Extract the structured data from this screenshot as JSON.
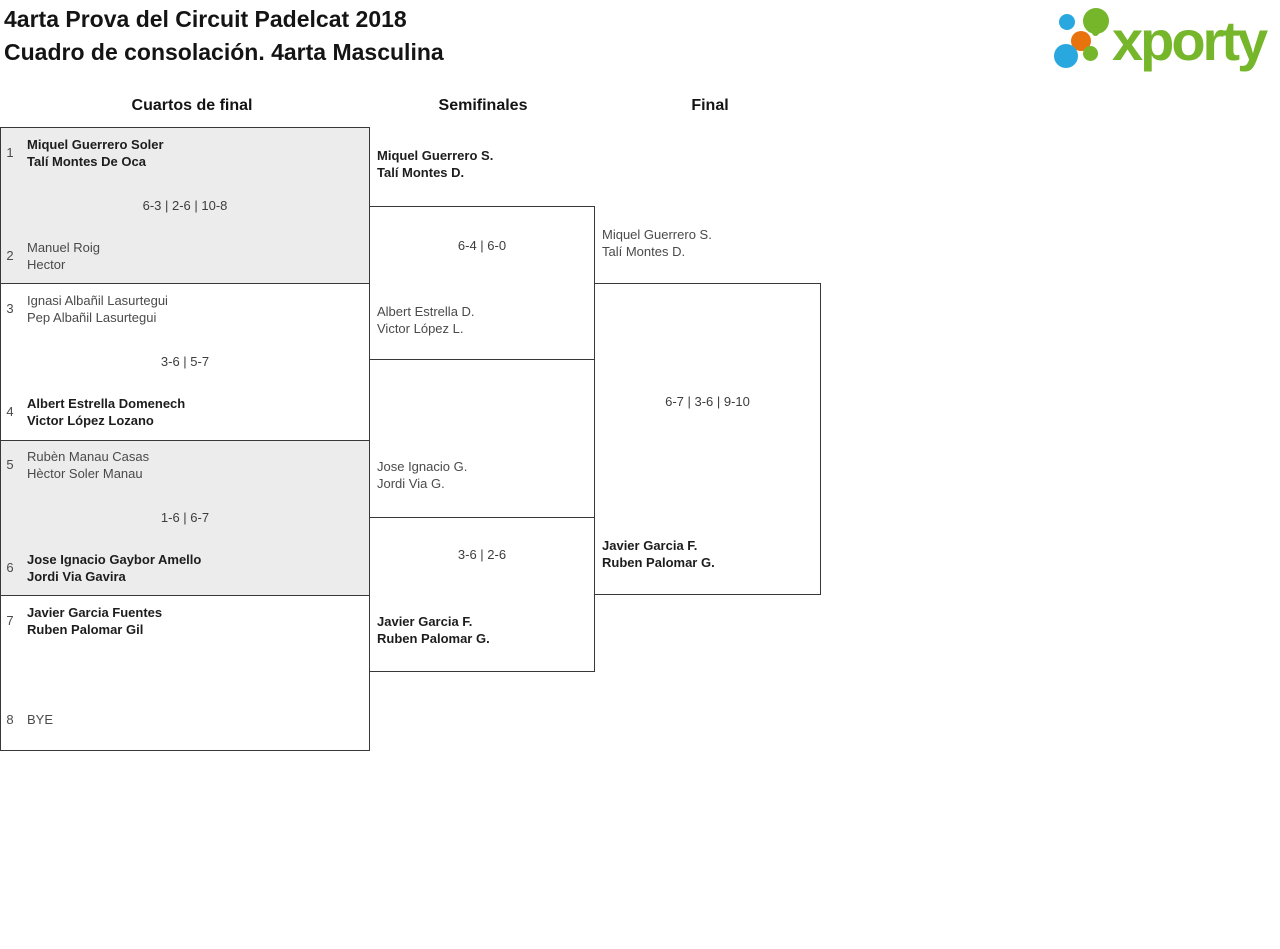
{
  "page": {
    "title_line1": "4arta Prova del Circuit Padelcat 2018",
    "title_line2": "Cuadro de consolación. 4arta Masculina"
  },
  "logo": {
    "wordmark": "xporty",
    "colors": {
      "green": "#76b62b",
      "blue": "#29a8e0",
      "orange": "#e8720c"
    }
  },
  "colors": {
    "box_fill_gray": "#ececec",
    "border": "#383838",
    "winner_text": "#1d1d1d",
    "loser_text": "#4a4a4a"
  },
  "bracket": {
    "headers": [
      "Cuartos de final",
      "Semifinales",
      "Final"
    ],
    "qf": [
      {
        "seed_top": "1",
        "top": [
          "Miquel Guerrero Soler",
          "Talí Montes De Oca"
        ],
        "score": "6-3 | 2-6 | 10-8",
        "seed_bottom": "2",
        "bottom": [
          "Manuel Roig",
          "Hector"
        ]
      },
      {
        "seed_top": "3",
        "top": [
          "Ignasi Albañil Lasurtegui",
          "Pep Albañil Lasurtegui"
        ],
        "score": "3-6 | 5-7",
        "seed_bottom": "4",
        "bottom": [
          "Albert Estrella Domenech",
          "Victor López Lozano"
        ]
      },
      {
        "seed_top": "5",
        "top": [
          "Rubèn Manau Casas",
          "Hèctor Soler Manau"
        ],
        "score": "1-6 | 6-7",
        "seed_bottom": "6",
        "bottom": [
          "Jose Ignacio Gaybor Amello",
          "Jordi Via Gavira"
        ]
      },
      {
        "seed_top": "7",
        "top": [
          "Javier Garcia Fuentes",
          "Ruben Palomar Gil"
        ],
        "seed_bottom": "8",
        "bottom": [
          "BYE"
        ]
      }
    ],
    "sf": [
      {
        "top": [
          "Miquel Guerrero S.",
          "Talí Montes D."
        ],
        "score": "6-4 | 6-0",
        "bottom": [
          "Albert Estrella D.",
          "Victor López L."
        ]
      },
      {
        "top": [
          "Jose Ignacio G.",
          "Jordi Via G."
        ],
        "score": "3-6 | 2-6",
        "bottom": [
          "Javier Garcia F.",
          "Ruben Palomar G."
        ]
      }
    ],
    "final": {
      "top": [
        "Miquel Guerrero S.",
        "Talí Montes D."
      ],
      "score": "6-7 | 3-6 | 9-10",
      "bottom": [
        "Javier Garcia F.",
        "Ruben Palomar G."
      ]
    }
  }
}
